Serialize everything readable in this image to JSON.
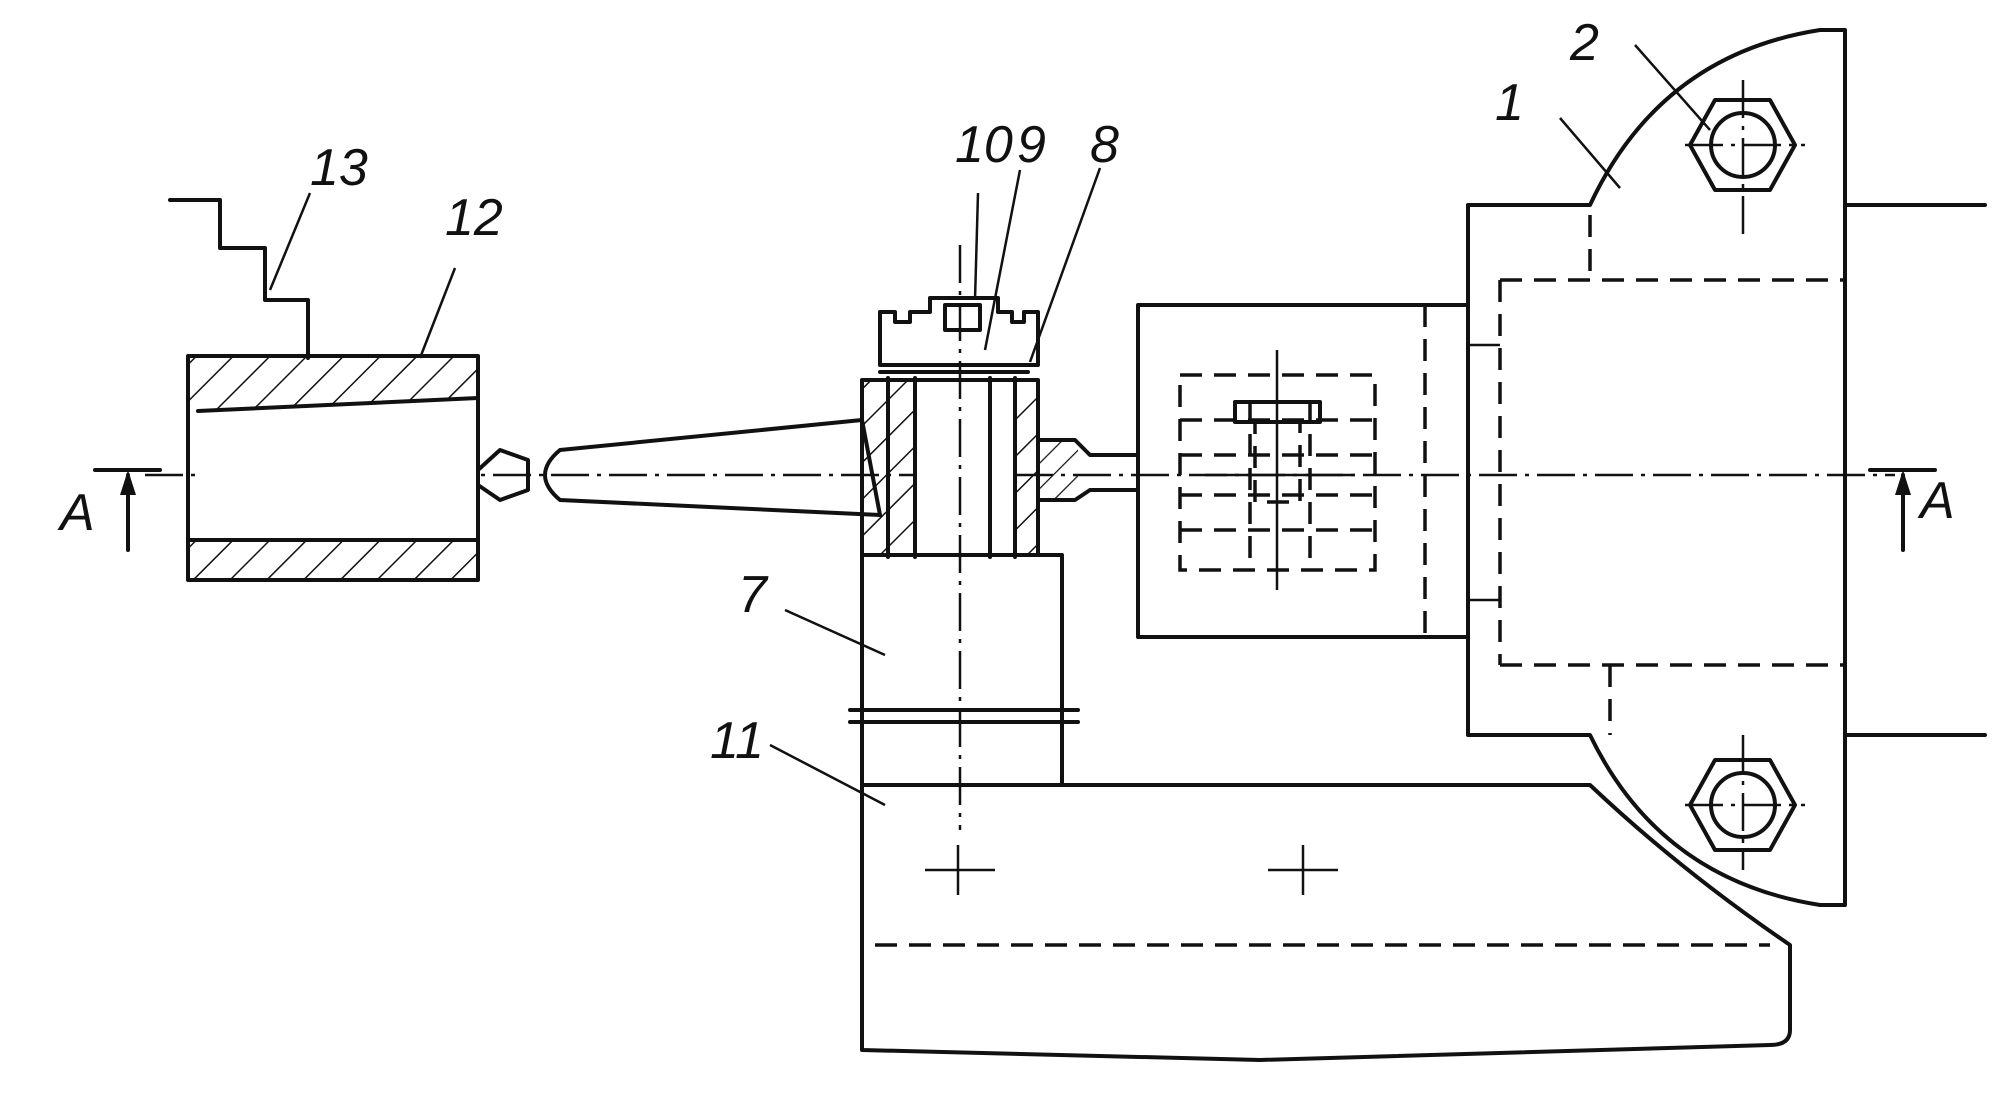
{
  "labels": {
    "l1": "1",
    "l2": "2",
    "l7": "7",
    "l8": "8",
    "l9": "9",
    "l10": "10",
    "l11": "11",
    "l12": "12",
    "l13": "13"
  },
  "section": {
    "left": "A",
    "right": "A"
  },
  "colors": {
    "ink": "#111111",
    "paper": "#ffffff"
  }
}
